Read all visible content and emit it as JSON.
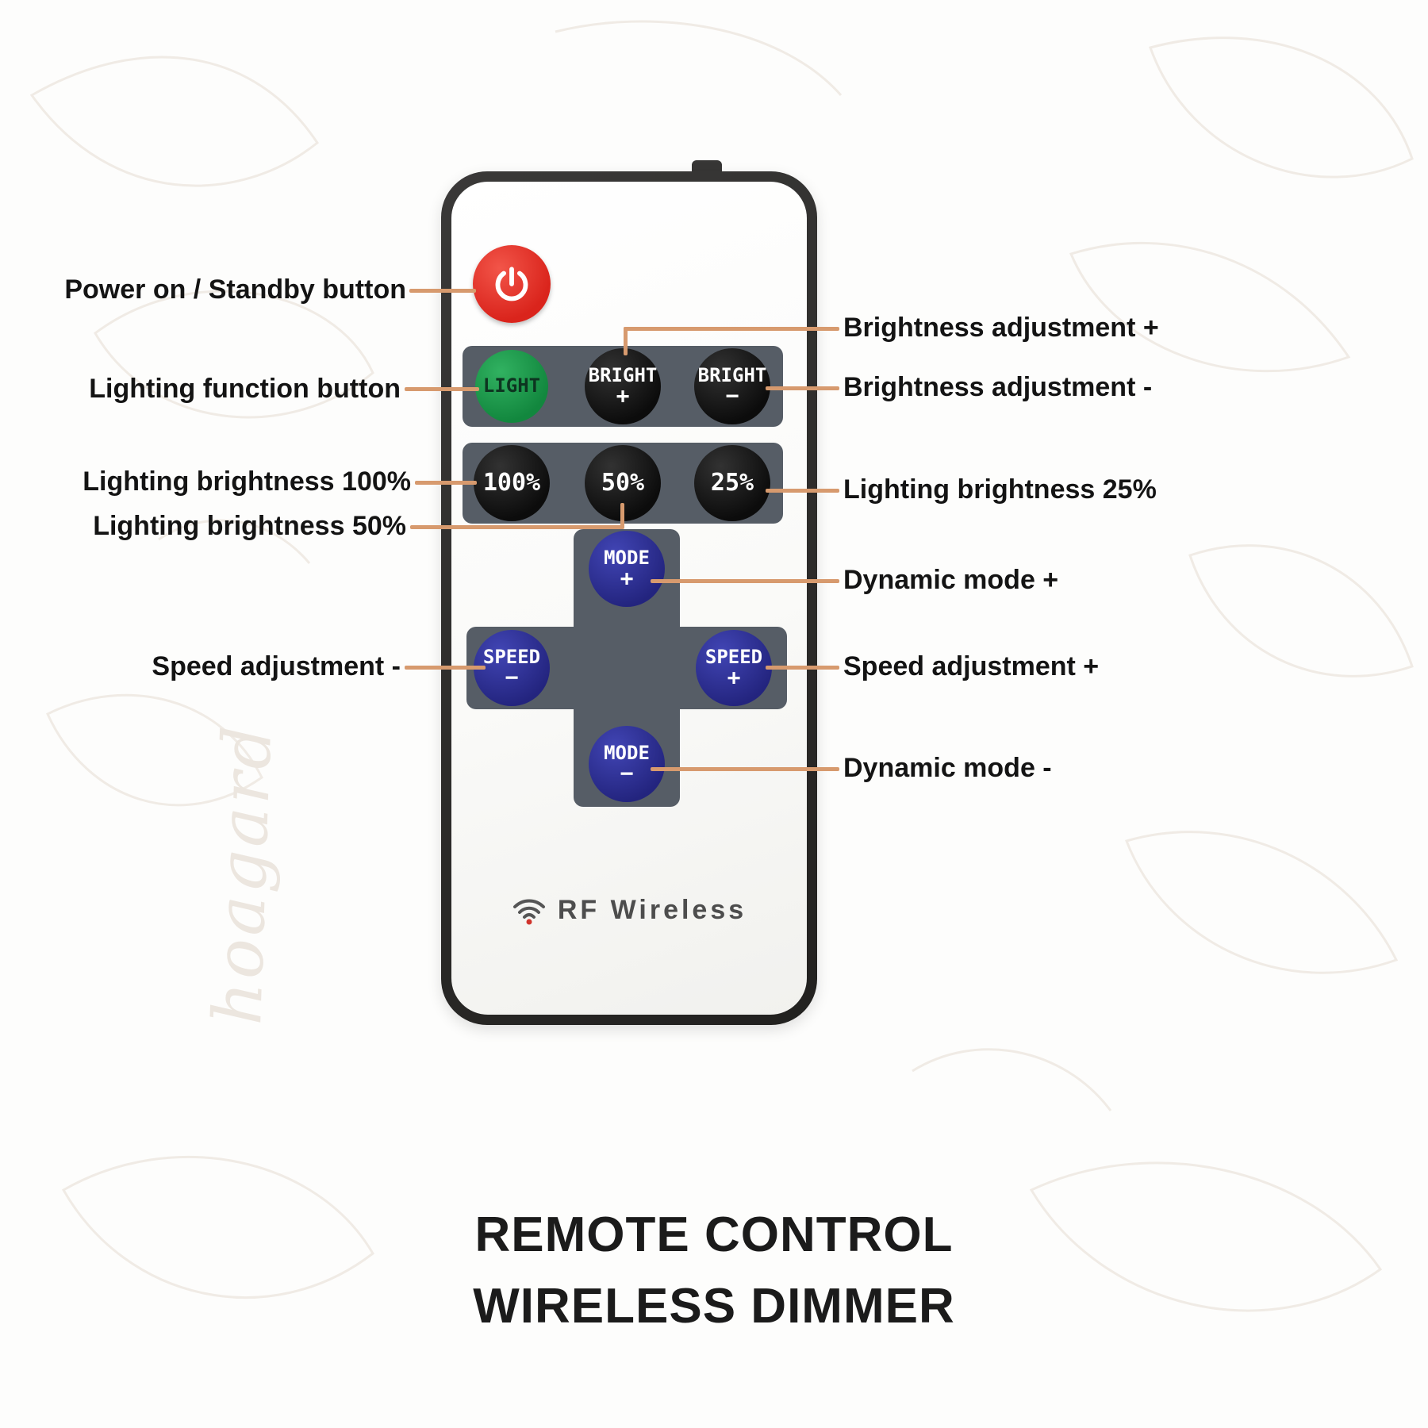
{
  "title": {
    "line1": "REMOTE CONTROL",
    "line2": "WIRELESS DIMMER"
  },
  "watermark": "hoagard",
  "remote": {
    "brand": "RF Wireless",
    "icons": {
      "power": "power-icon",
      "wifi": "wifi-icon"
    },
    "buttons": {
      "light": {
        "label": "LIGHT"
      },
      "bright_plus": {
        "label": "BRIGHT",
        "sign": "+"
      },
      "bright_minus": {
        "label": "BRIGHT",
        "sign": "−"
      },
      "brightness_100": {
        "label": "100%"
      },
      "brightness_50": {
        "label": "50%"
      },
      "brightness_25": {
        "label": "25%"
      },
      "mode_plus": {
        "label": "MODE",
        "sign": "+"
      },
      "speed_minus": {
        "label": "SPEED",
        "sign": "−"
      },
      "speed_plus": {
        "label": "SPEED",
        "sign": "+"
      },
      "mode_minus": {
        "label": "MODE",
        "sign": "−"
      }
    }
  },
  "callouts_left": [
    {
      "text": "Power on / Standby button"
    },
    {
      "text": "Lighting function button"
    },
    {
      "text": "Lighting brightness 100%"
    },
    {
      "text": "Lighting brightness 50%"
    },
    {
      "text": "Speed adjustment -"
    }
  ],
  "callouts_right": [
    {
      "text": "Brightness adjustment +"
    },
    {
      "text": "Brightness adjustment -"
    },
    {
      "text": "Lighting brightness 25%"
    },
    {
      "text": "Dynamic mode +"
    },
    {
      "text": "Speed adjustment +"
    },
    {
      "text": "Dynamic mode -"
    }
  ],
  "colors": {
    "connector_line": "#d79a6e",
    "power_red": "#da241c",
    "light_green": "#12873e",
    "button_black": "#0c0c0c",
    "button_blue": "#23247e",
    "panel_gray": "#565d66",
    "frame_dark": "#22211f"
  }
}
